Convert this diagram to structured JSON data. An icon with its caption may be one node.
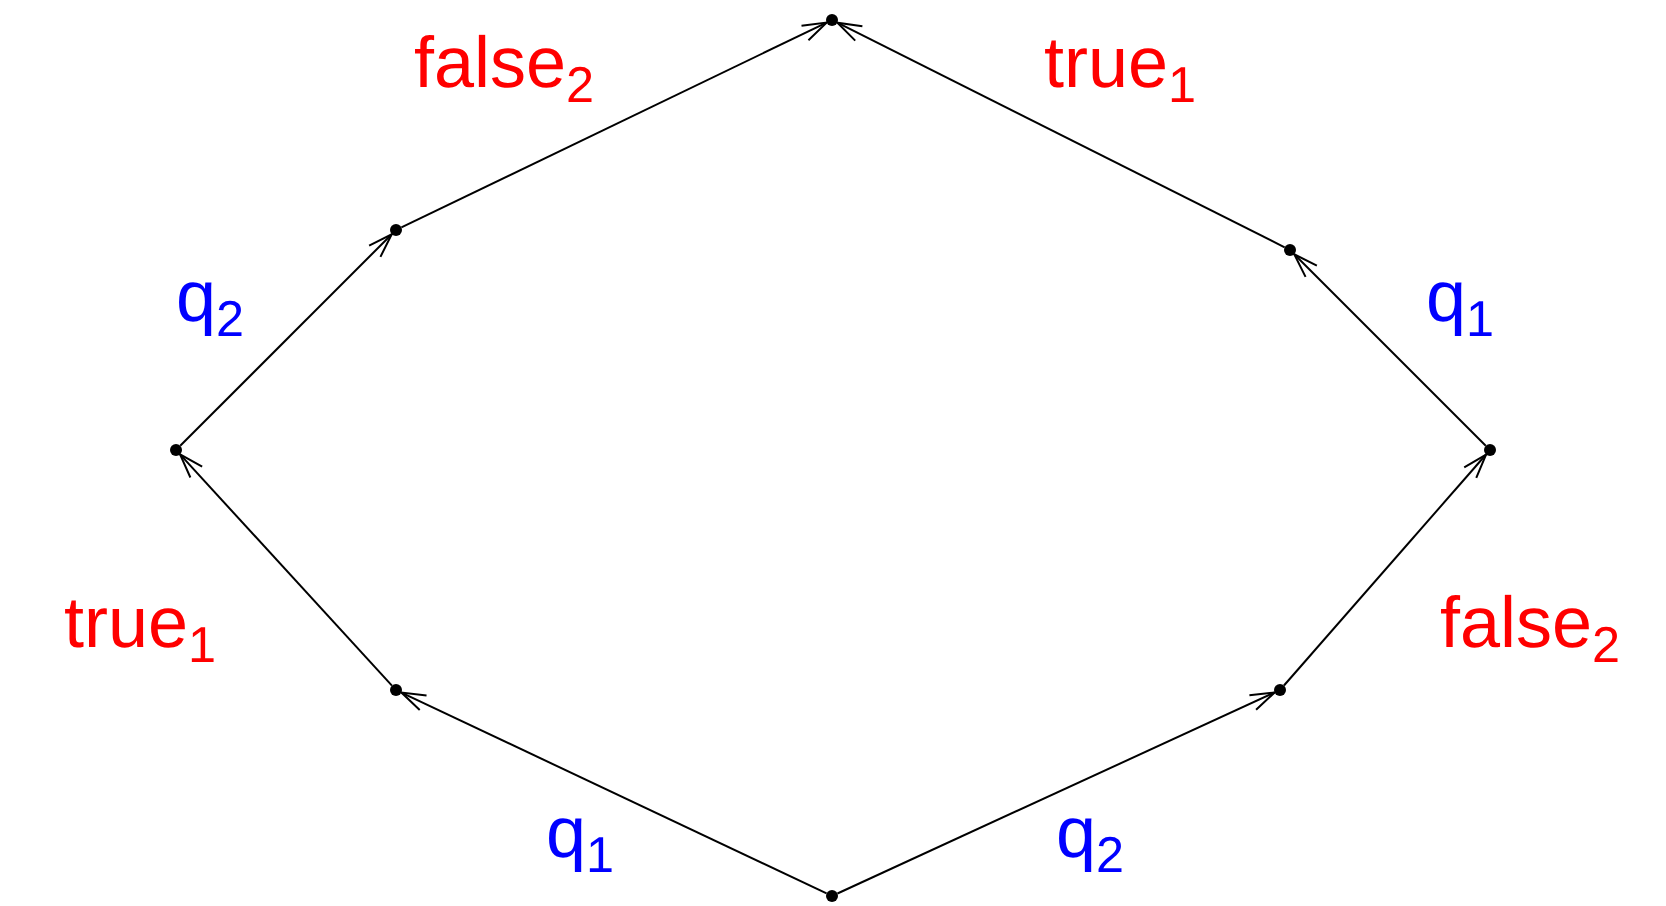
{
  "diagram": {
    "nodes": [
      {
        "text": [],
        "shape": "dot"
      },
      {
        "text": [],
        "shape": "dot"
      },
      {
        "text": [],
        "shape": "dot"
      },
      {
        "text": [],
        "shape": "dot"
      },
      {
        "text": [],
        "shape": "dot"
      },
      {
        "text": [],
        "shape": "dot"
      },
      {
        "text": [],
        "shape": "dot"
      },
      {
        "text": [],
        "shape": "dot"
      }
    ],
    "edges": [
      {
        "from": 0,
        "to": 1,
        "arrow": "to",
        "label": "q$_{1}$"
      },
      {
        "from": 1,
        "to": 2,
        "arrow": "to",
        "label": "true$_{1}$"
      },
      {
        "from": 2,
        "to": 3,
        "arrow": "to",
        "label": "q$_{2}$"
      },
      {
        "from": 3,
        "to": 4,
        "arrow": "to",
        "label": "false$_{2}$"
      },
      {
        "from": 0,
        "to": 5,
        "arrow": "to",
        "label": "q$_{2}$"
      },
      {
        "from": 5,
        "to": 6,
        "arrow": "to",
        "label": "false$_{2}$"
      },
      {
        "from": 6,
        "to": 7,
        "arrow": "to",
        "label": "q$_{1}$"
      },
      {
        "from": 7,
        "to": 4,
        "arrow": "to",
        "label": "true$_{1}$"
      }
    ]
  }
}
